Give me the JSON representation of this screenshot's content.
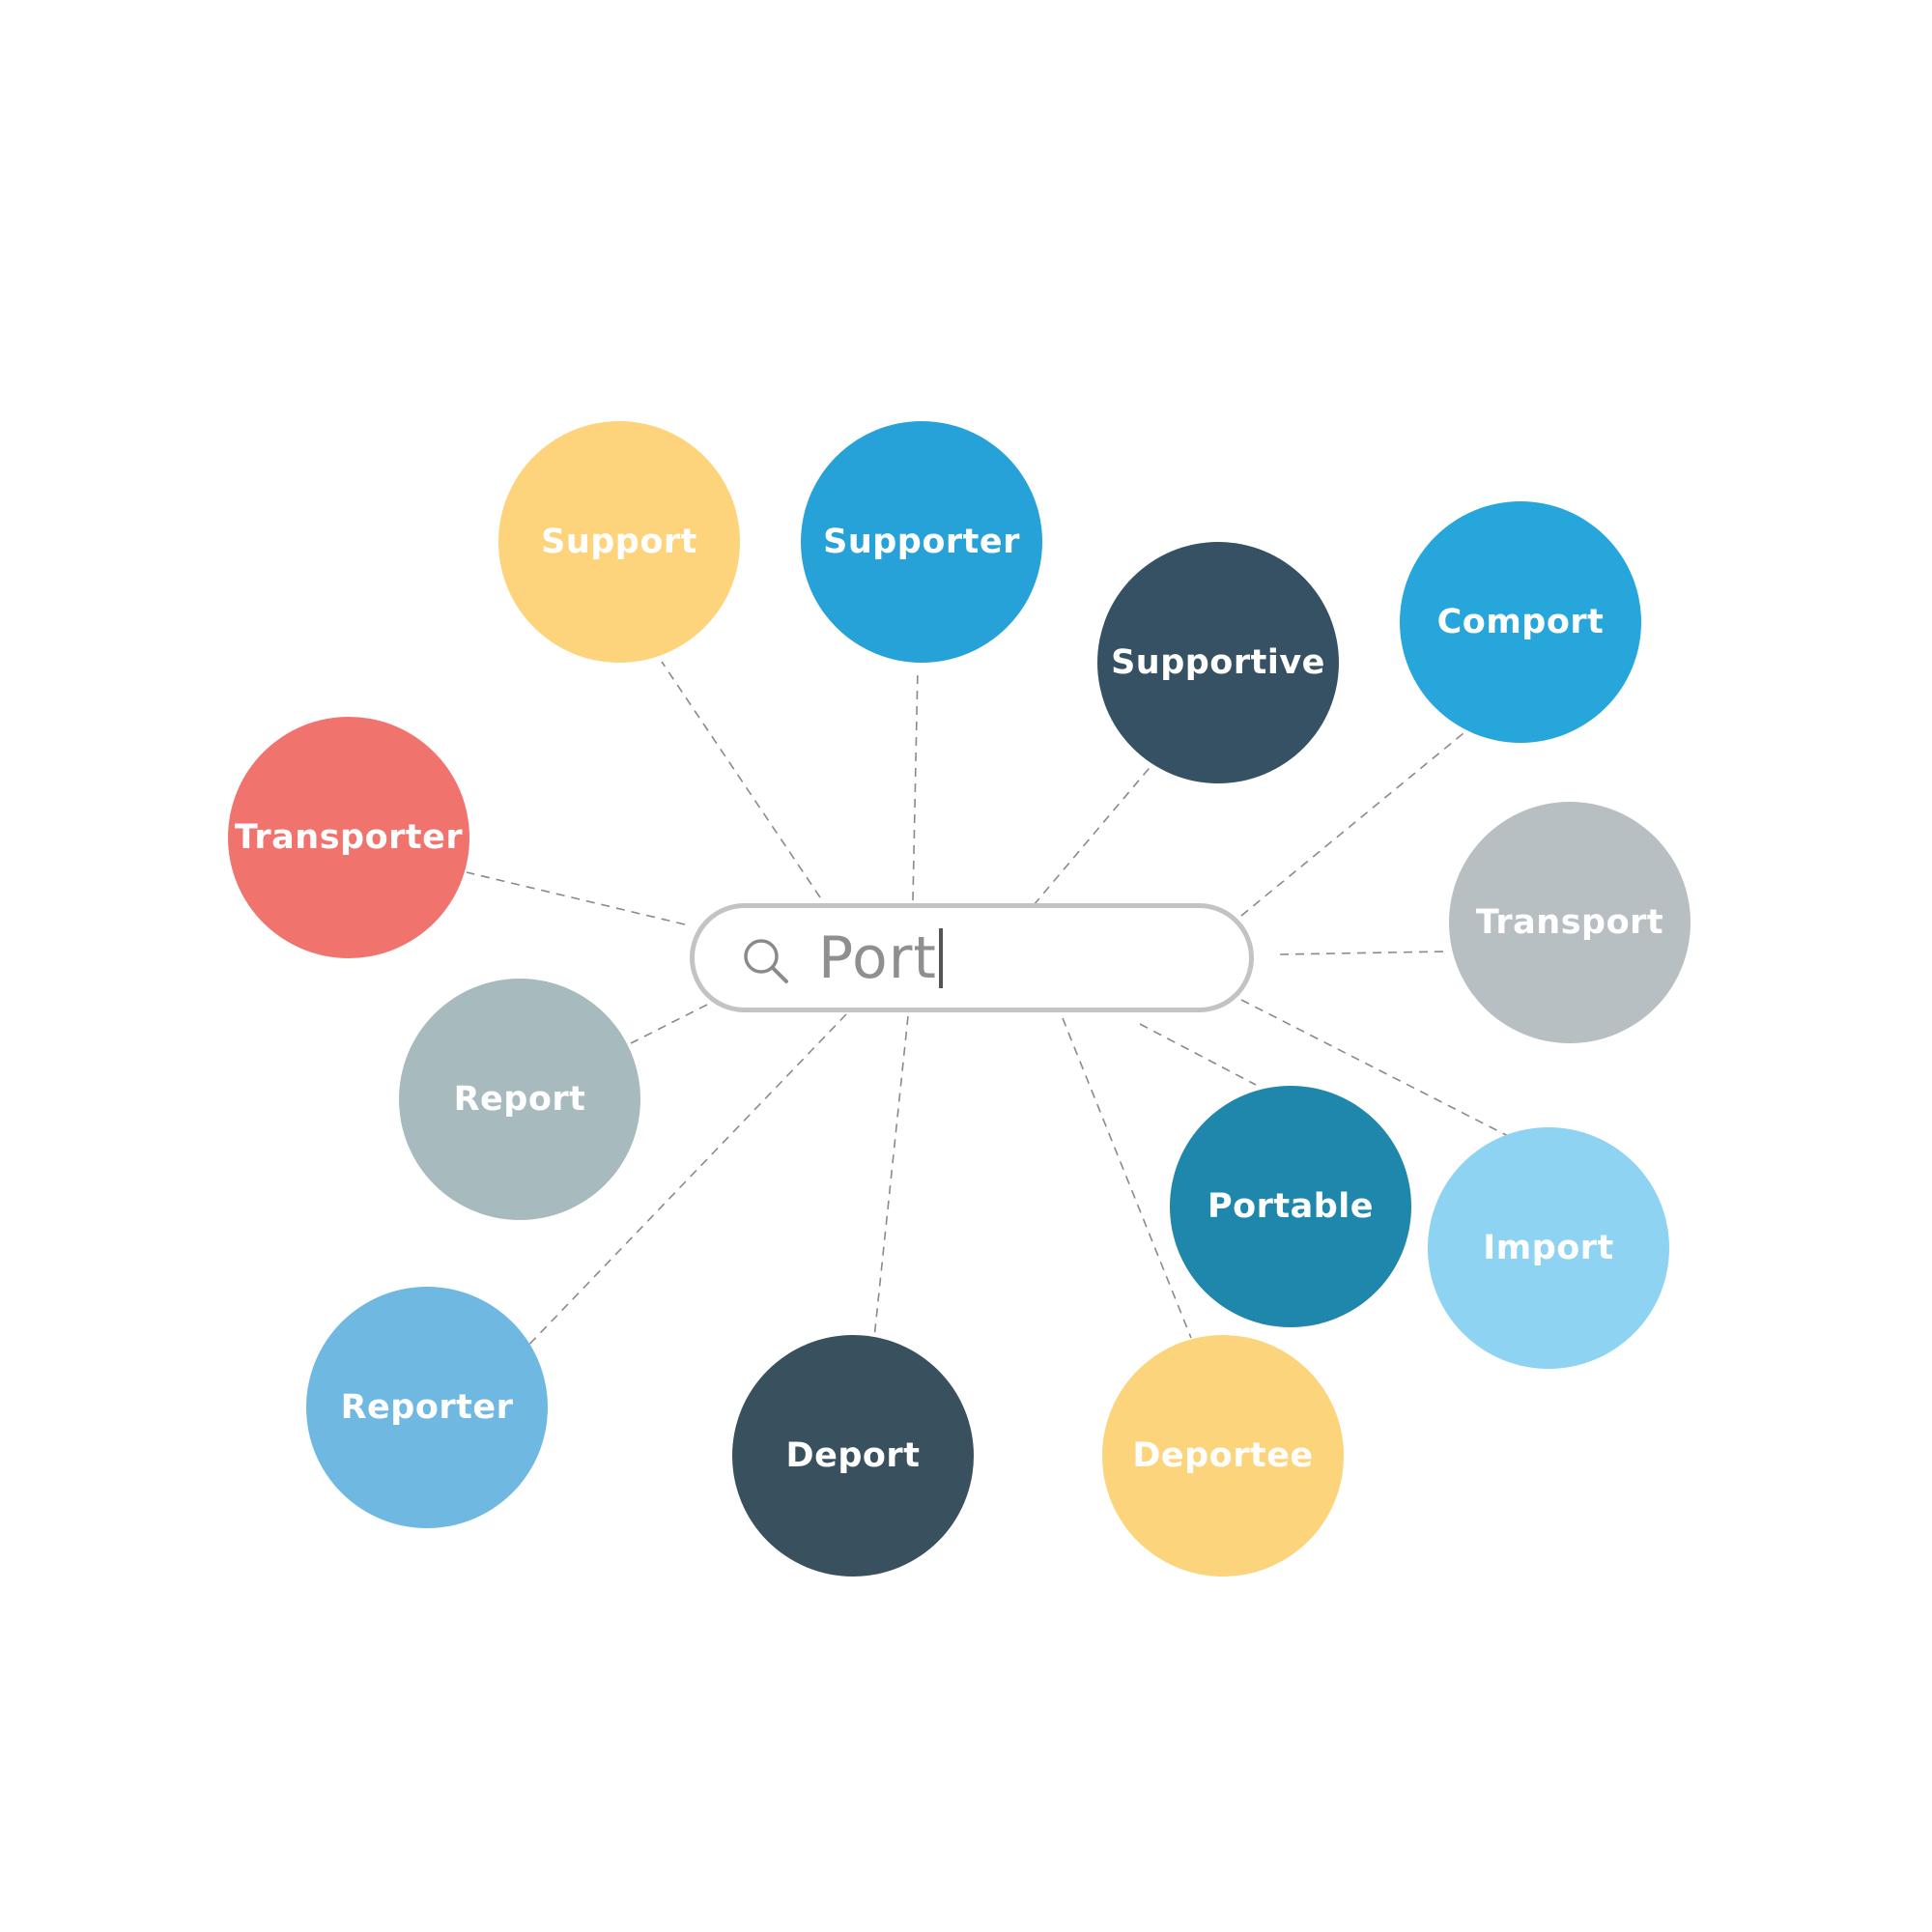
{
  "search": {
    "value": "Port",
    "icon": "search-icon"
  },
  "colors": {
    "search_border": "#c2c3c4",
    "search_text": "#8f8f8f",
    "connector": "#8a8a8a",
    "bubble_text": "#ffffff"
  },
  "words": [
    {
      "id": "support",
      "label": "Support",
      "color": "#fdd47c"
    },
    {
      "id": "supporter",
      "label": "Supporter",
      "color": "#26a2d8"
    },
    {
      "id": "supportive",
      "label": "Supportive",
      "color": "#365163"
    },
    {
      "id": "comport",
      "label": "Comport",
      "color": "#26a6da"
    },
    {
      "id": "transporter",
      "label": "Transporter",
      "color": "#f1736e"
    },
    {
      "id": "transport",
      "label": "Transport",
      "color": "#b8bfc2"
    },
    {
      "id": "report",
      "label": "Report",
      "color": "#a7babe"
    },
    {
      "id": "portable",
      "label": "Portable",
      "color": "#1f87ab"
    },
    {
      "id": "import",
      "label": "Import",
      "color": "#8ed3f1"
    },
    {
      "id": "reporter",
      "label": "Reporter",
      "color": "#6fb8e2"
    },
    {
      "id": "deport",
      "label": "Deport",
      "color": "#39505e"
    },
    {
      "id": "deportee",
      "label": "Deportee",
      "color": "#fcd47c"
    }
  ]
}
